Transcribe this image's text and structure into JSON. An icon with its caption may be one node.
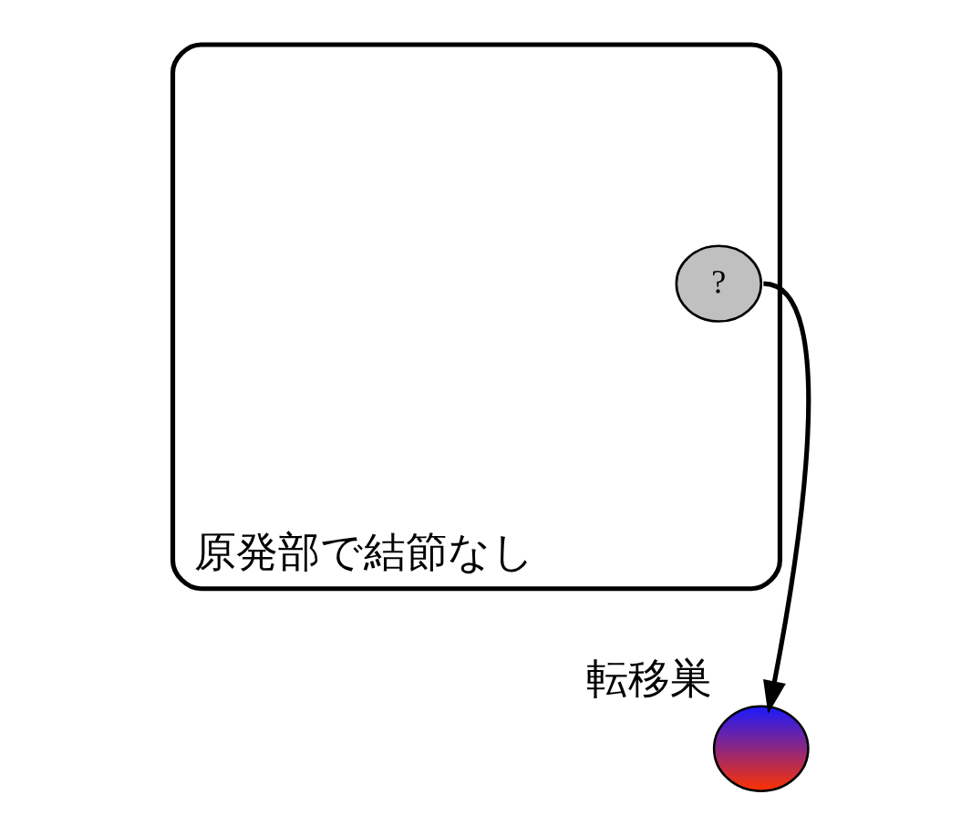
{
  "diagram": {
    "nodes": [
      {
        "text": [
          "原発部で結節なし"
        ]
      },
      {
        "text": [
          "?"
        ],
        "in": 0
      },
      {
        "text": [
          "転移巣"
        ]
      }
    ],
    "edges": [
      {
        "from": 1,
        "to": 2,
        "arrow": "to"
      }
    ]
  }
}
